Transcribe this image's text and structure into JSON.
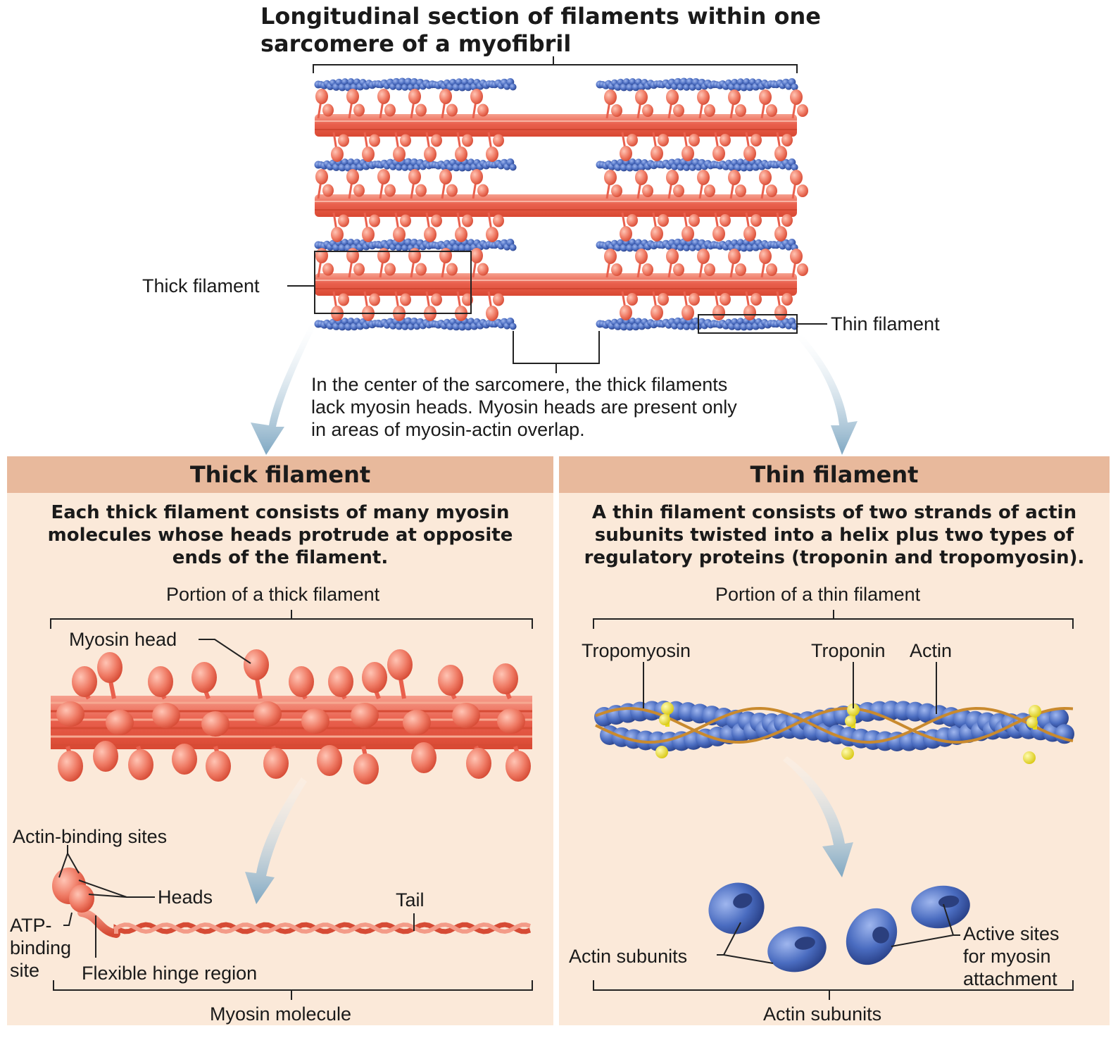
{
  "title": {
    "line1": "Longitudinal section of filaments within one",
    "line2": "sarcomere of a myofibril"
  },
  "top_labels": {
    "thick_filament": "Thick filament",
    "thin_filament": "Thin filament",
    "center_note_line1": "In the center of the sarcomere, the thick filaments",
    "center_note_line2": "lack myosin heads. Myosin heads are present only",
    "center_note_line3": "in areas of myosin-actin overlap."
  },
  "thick_panel": {
    "heading": "Thick filament",
    "description_line1": "Each thick filament consists of many myosin",
    "description_line2": "molecules whose heads protrude at opposite",
    "description_line3": "ends of the filament.",
    "portion_label": "Portion of a thick filament",
    "myosin_head": "Myosin head",
    "actin_binding_sites": "Actin-binding sites",
    "heads": "Heads",
    "tail": "Tail",
    "atp_line1": "ATP-",
    "atp_line2": "binding",
    "atp_line3": "site",
    "hinge": "Flexible hinge region",
    "molecule_label": "Myosin molecule"
  },
  "thin_panel": {
    "heading": "Thin filament",
    "description_line1": "A thin filament consists of two strands of actin",
    "description_line2": "subunits twisted into a helix plus two types of",
    "description_line3": "regulatory proteins (troponin and tropomyosin).",
    "portion_label": "Portion of a thin filament",
    "tropomyosin": "Tropomyosin",
    "troponin": "Troponin",
    "actin": "Actin",
    "actin_subunits_label": "Actin subunits",
    "active_sites_line1": "Active sites",
    "active_sites_line2": "for myosin",
    "active_sites_line3": "attachment",
    "bottom_label": "Actin subunits"
  },
  "colors": {
    "panel_bg": "#fbe9d9",
    "panel_header": "#e8b99c",
    "thick_filament": "#e9604d",
    "thin_filament": "#3f63b5",
    "troponin": "#e8dc1c",
    "tropomyosin": "#c98a2e",
    "arrow": "#8fb3c9"
  }
}
